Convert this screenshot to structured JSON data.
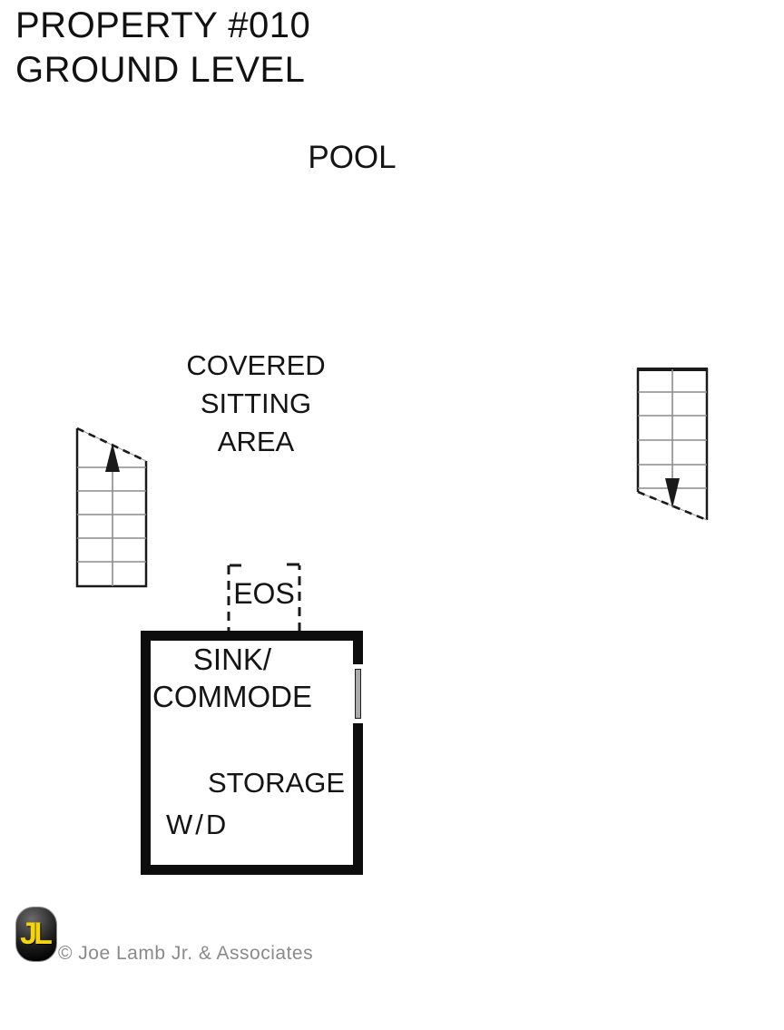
{
  "title": {
    "line1": "PROPERTY #010",
    "line2": "GROUND LEVEL"
  },
  "labels": {
    "pool": "POOL",
    "sitting_area": "COVERED\nSITTING\nAREA",
    "eos": "EOS",
    "sink_commode": "SINK/\nCOMMODE",
    "storage": "STORAGE",
    "washer_dryer": "W/D"
  },
  "stairs": {
    "left": {
      "direction_icon": "arrow-up",
      "steps": 6
    },
    "right": {
      "direction_icon": "arrow-down",
      "steps": 6
    }
  },
  "footer": {
    "logo_monogram": "JL",
    "copyright": "© Joe Lamb Jr. & Associates"
  },
  "colors": {
    "wall_black": "#0d0d0d",
    "step_line_gray": "#8c8c8c",
    "window_gray": "#ababab",
    "logo_yellow": "#f4d40c",
    "copyright_gray": "#8a8a8a"
  }
}
